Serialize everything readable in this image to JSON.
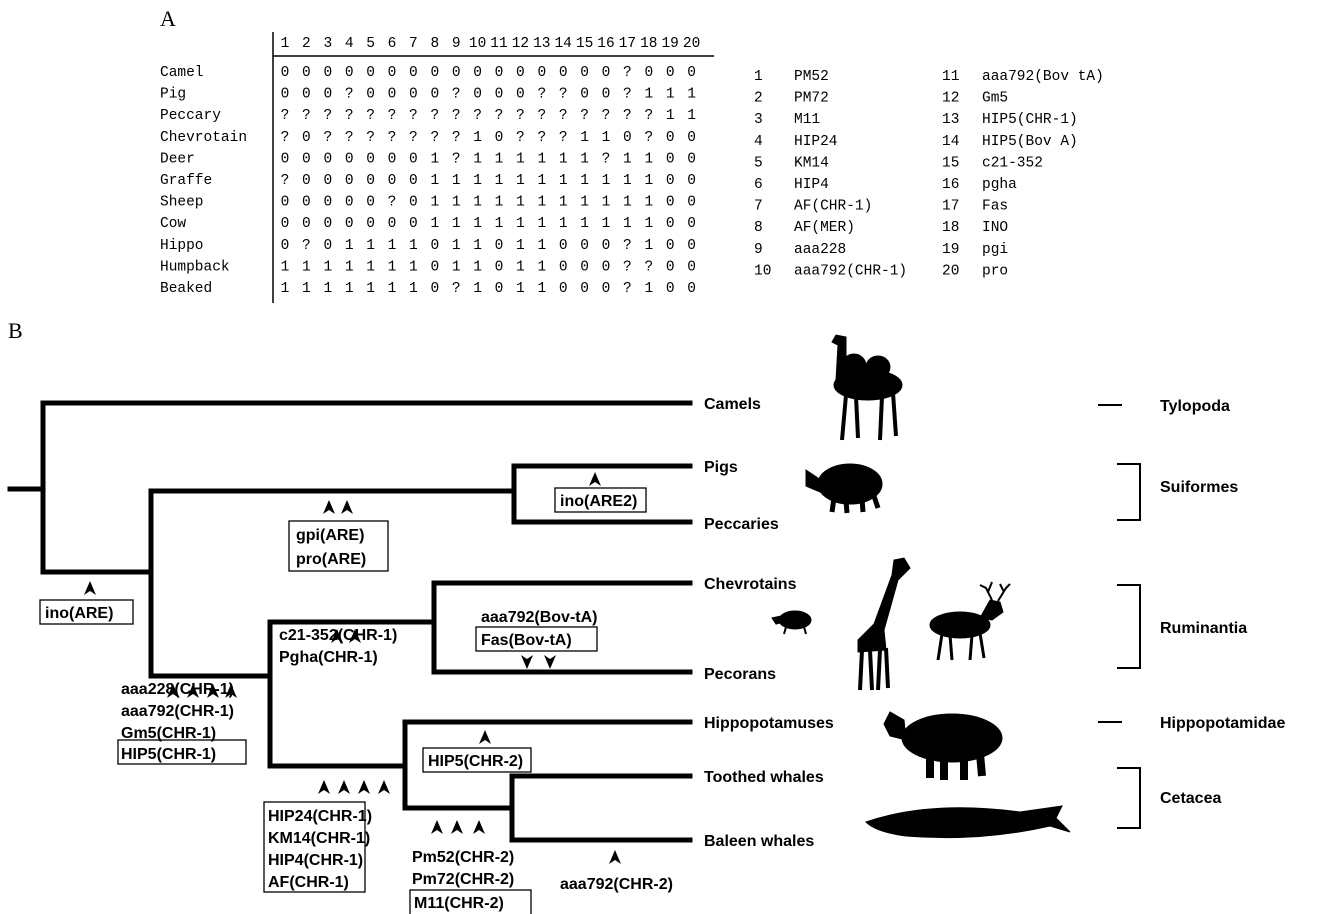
{
  "panels": {
    "a": "A",
    "b": "B"
  },
  "matrix": {
    "columns": [
      "1",
      "2",
      "3",
      "4",
      "5",
      "6",
      "7",
      "8",
      "9",
      "10",
      "11",
      "12",
      "13",
      "14",
      "15",
      "16",
      "17",
      "18",
      "19",
      "20"
    ],
    "rows": [
      {
        "taxon": "Camel",
        "values": [
          "0",
          "0",
          "0",
          "0",
          "0",
          "0",
          "0",
          "0",
          "0",
          "0",
          "0",
          "0",
          "0",
          "0",
          "0",
          "0",
          "?",
          "0",
          "0",
          "0"
        ]
      },
      {
        "taxon": "Pig",
        "values": [
          "0",
          "0",
          "0",
          "?",
          "0",
          "0",
          "0",
          "0",
          "?",
          "0",
          "0",
          "0",
          "?",
          "?",
          "0",
          "0",
          "?",
          "1",
          "1",
          "1"
        ]
      },
      {
        "taxon": "Peccary",
        "values": [
          "?",
          "?",
          "?",
          "?",
          "?",
          "?",
          "?",
          "?",
          "?",
          "?",
          "?",
          "?",
          "?",
          "?",
          "?",
          "?",
          "?",
          "?",
          "1",
          "1"
        ]
      },
      {
        "taxon": "Chevrotain",
        "values": [
          "?",
          "0",
          "?",
          "?",
          "?",
          "?",
          "?",
          "?",
          "?",
          "1",
          "0",
          "?",
          "?",
          "?",
          "1",
          "1",
          "0",
          "?",
          "0",
          "0"
        ]
      },
      {
        "taxon": "Deer",
        "values": [
          "0",
          "0",
          "0",
          "0",
          "0",
          "0",
          "0",
          "1",
          "?",
          "1",
          "1",
          "1",
          "1",
          "1",
          "1",
          "?",
          "1",
          "1",
          "0",
          "0"
        ]
      },
      {
        "taxon": "Graffe",
        "values": [
          "?",
          "0",
          "0",
          "0",
          "0",
          "0",
          "0",
          "1",
          "1",
          "1",
          "1",
          "1",
          "1",
          "1",
          "1",
          "1",
          "1",
          "1",
          "0",
          "0"
        ]
      },
      {
        "taxon": "Sheep",
        "values": [
          "0",
          "0",
          "0",
          "0",
          "0",
          "?",
          "0",
          "1",
          "1",
          "1",
          "1",
          "1",
          "1",
          "1",
          "1",
          "1",
          "1",
          "1",
          "0",
          "0"
        ]
      },
      {
        "taxon": "Cow",
        "values": [
          "0",
          "0",
          "0",
          "0",
          "0",
          "0",
          "0",
          "1",
          "1",
          "1",
          "1",
          "1",
          "1",
          "1",
          "1",
          "1",
          "1",
          "1",
          "0",
          "0"
        ]
      },
      {
        "taxon": "Hippo",
        "values": [
          "0",
          "?",
          "0",
          "1",
          "1",
          "1",
          "1",
          "0",
          "1",
          "1",
          "0",
          "1",
          "1",
          "0",
          "0",
          "0",
          "?",
          "1",
          "0",
          "0"
        ]
      },
      {
        "taxon": "Humpback",
        "values": [
          "1",
          "1",
          "1",
          "1",
          "1",
          "1",
          "1",
          "0",
          "1",
          "1",
          "0",
          "1",
          "1",
          "0",
          "0",
          "0",
          "?",
          "?",
          "0",
          "0"
        ]
      },
      {
        "taxon": "Beaked",
        "values": [
          "1",
          "1",
          "1",
          "1",
          "1",
          "1",
          "1",
          "0",
          "?",
          "1",
          "0",
          "1",
          "1",
          "0",
          "0",
          "0",
          "?",
          "1",
          "0",
          "0"
        ]
      }
    ]
  },
  "character_key": [
    {
      "num": "1",
      "name": "PM52"
    },
    {
      "num": "2",
      "name": "PM72"
    },
    {
      "num": "3",
      "name": "M11"
    },
    {
      "num": "4",
      "name": "HIP24"
    },
    {
      "num": "5",
      "name": "KM14"
    },
    {
      "num": "6",
      "name": "HIP4"
    },
    {
      "num": "7",
      "name": "AF(CHR-1)"
    },
    {
      "num": "8",
      "name": "AF(MER)"
    },
    {
      "num": "9",
      "name": "aaa228"
    },
    {
      "num": "10",
      "name": "aaa792(CHR-1)"
    },
    {
      "num": "11",
      "name": "aaa792(Bov tA)"
    },
    {
      "num": "12",
      "name": "Gm5"
    },
    {
      "num": "13",
      "name": "HIP5(CHR-1)"
    },
    {
      "num": "14",
      "name": "HIP5(Bov A)"
    },
    {
      "num": "15",
      "name": "c21-352"
    },
    {
      "num": "16",
      "name": "pgha"
    },
    {
      "num": "17",
      "name": "Fas"
    },
    {
      "num": "18",
      "name": "INO"
    },
    {
      "num": "19",
      "name": "pgi"
    },
    {
      "num": "20",
      "name": "pro"
    }
  ],
  "tree": {
    "taxa": {
      "camels": "Camels",
      "pigs": "Pigs",
      "peccaries": "Peccaries",
      "chevrotains": "Chevrotains",
      "pecorans": "Pecorans",
      "hippos": "Hippopotamuses",
      "toothed": "Toothed whales",
      "baleen": "Baleen whales"
    },
    "groups": {
      "tylopoda": "Tylopoda",
      "suiformes": "Suiformes",
      "ruminantia": "Ruminantia",
      "hippopotamidae": "Hippopotamidae",
      "cetacea": "Cetacea"
    },
    "markers": {
      "ino_are": "ino(ARE)",
      "ino_are2": "ino(ARE2)",
      "gpi_are": "gpi(ARE)",
      "pro_are": "pro(ARE)",
      "aaa228": "aaa228(CHR-1)",
      "aaa792_chr1": "aaa792(CHR-1)",
      "gm5": "Gm5(CHR-1)",
      "hip5_chr1": "HIP5(CHR-1)",
      "c21": "c21-352(CHR-1)",
      "pgha": "Pgha(CHR-1)",
      "aaa792_bov": "aaa792(Bov-tA)",
      "fas_bov": "Fas(Bov-tA)",
      "hip5_chr2": "HIP5(CHR-2)",
      "hip24": "HIP24(CHR-1)",
      "km14": "KM14(CHR-1)",
      "hip4": "HIP4(CHR-1)",
      "af": "AF(CHR-1)",
      "pm52": "Pm52(CHR-2)",
      "pm72": "Pm72(CHR-2)",
      "m11": "M11(CHR-2)",
      "aaa792_chr2": "aaa792(CHR-2)"
    },
    "silhouettes": [
      "camel-icon",
      "pig-icon",
      "chevrotain-icon",
      "giraffe-icon",
      "deer-icon",
      "hippo-icon",
      "whale-icon"
    ]
  }
}
